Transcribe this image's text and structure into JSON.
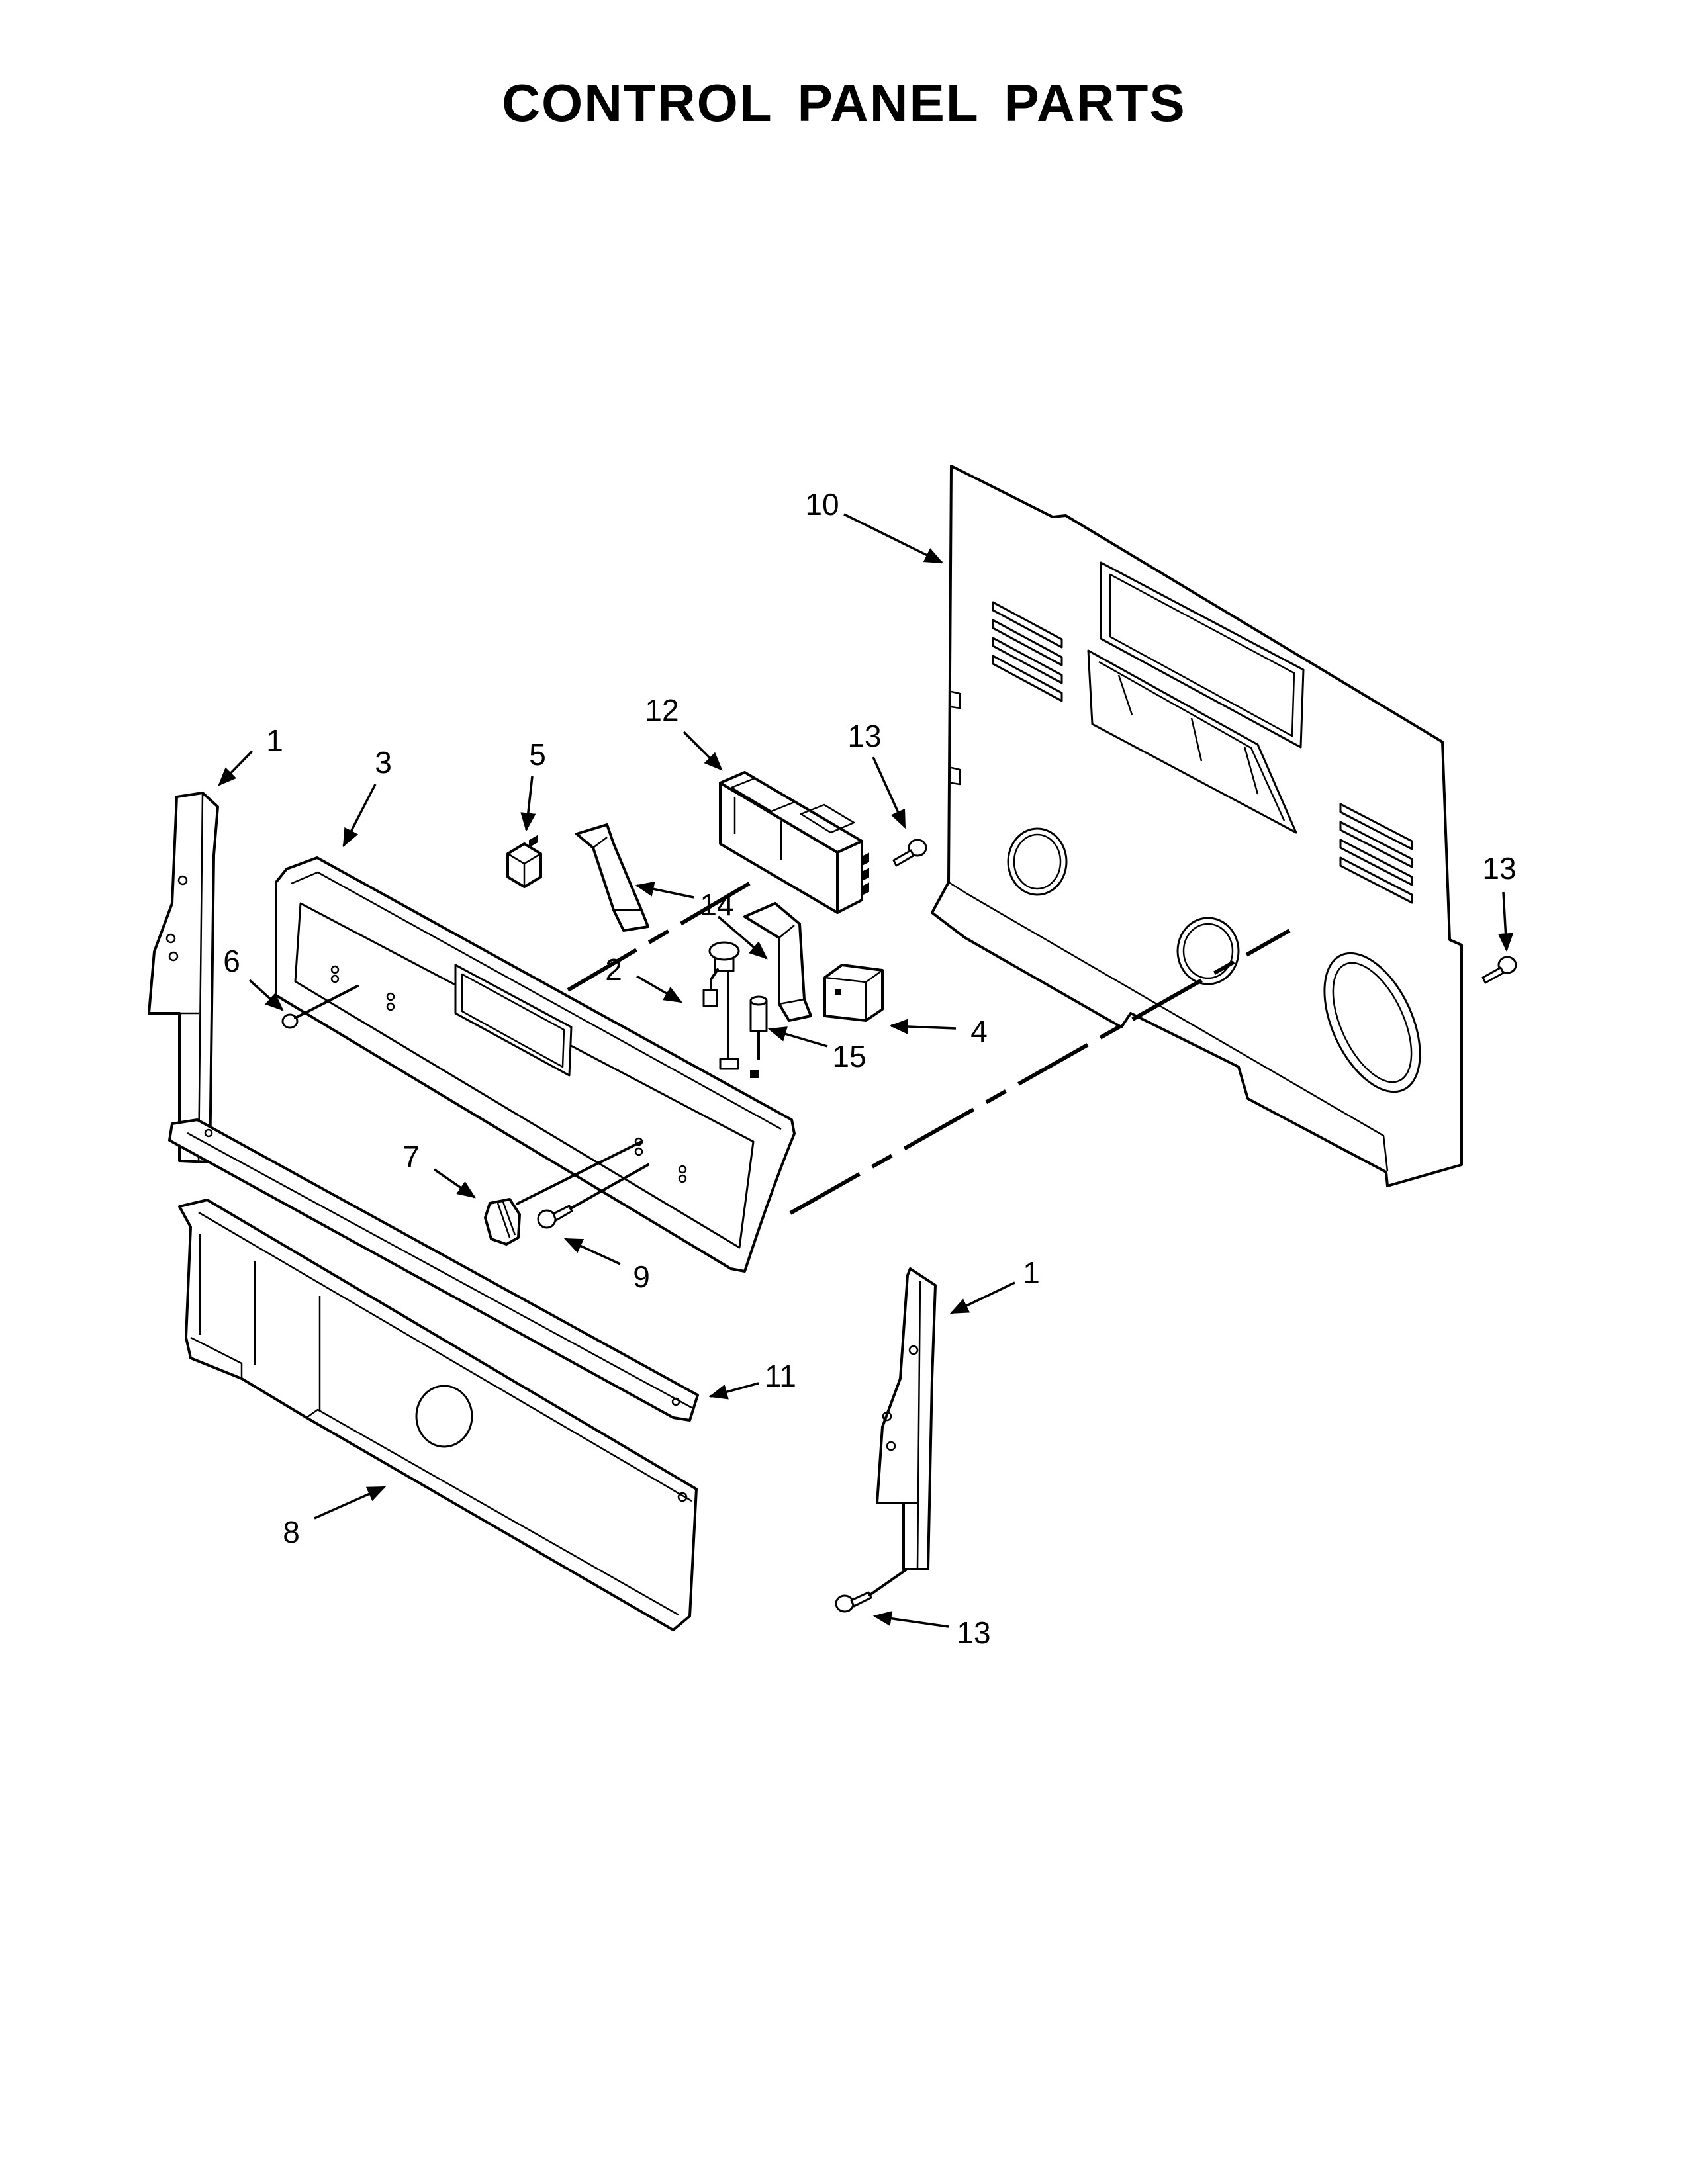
{
  "title": "CONTROL PANEL PARTS",
  "callouts": [
    "10",
    "12",
    "13",
    "1",
    "3",
    "5",
    "13",
    "14",
    "2",
    "6",
    "4",
    "15",
    "7",
    "9",
    "1",
    "11",
    "8",
    "13"
  ]
}
